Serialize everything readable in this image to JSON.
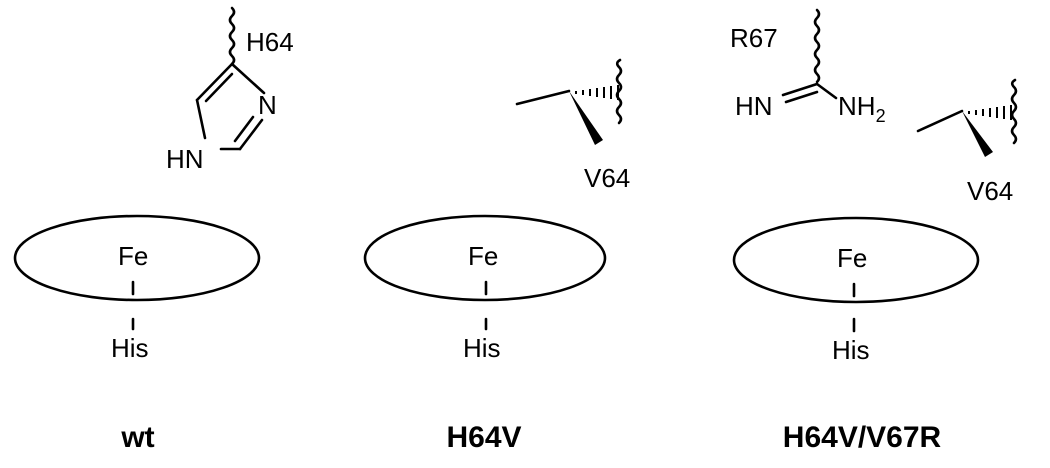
{
  "panels": [
    {
      "title": "wt",
      "iron": "Fe",
      "axial": "His",
      "residues": [
        {
          "label": "H64",
          "ring_atoms": [
            "N",
            "HN"
          ]
        }
      ]
    },
    {
      "title": "H64V",
      "iron": "Fe",
      "axial": "His",
      "residues": [
        {
          "label": "V64"
        }
      ]
    },
    {
      "title": "H64V/V67R",
      "iron": "Fe",
      "axial": "His",
      "residues": [
        {
          "label": "R67",
          "atoms": [
            "HN",
            "NH",
            "2"
          ]
        },
        {
          "label": "V64"
        }
      ]
    }
  ]
}
